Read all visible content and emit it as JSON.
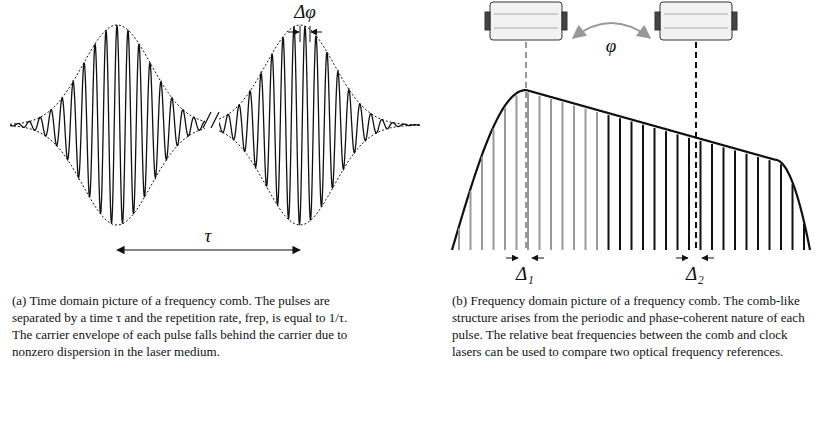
{
  "diagram": {
    "labels": [
      "Δφ",
      "τ",
      "φ",
      "Δ₁",
      "Δ₂",
      "(a) Time domain picture of a frequency comb. The pulses are separated by a time τ and the repetition rate, frep, is equal to 1/τ. The carrier envelope of each pulse falls behind the carrier due to nonzero dispersion in the laser medium.",
      "(b) Frequency domain picture of a frequency comb. The comb-like structure arises from the periodic and phase-coherent nature of each pulse. The relative beat frequencies between the comb and clock lasers can be used to compare two optical frequency references."
    ]
  }
}
